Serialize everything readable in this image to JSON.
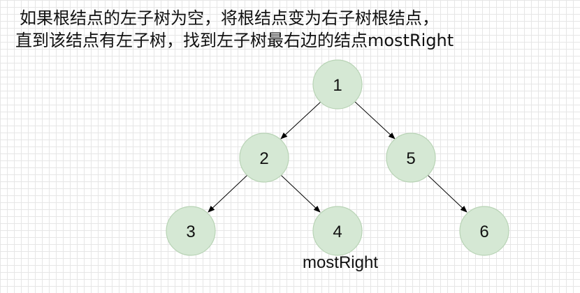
{
  "caption": {
    "line1": "如果根结点的左子树为空，将根结点变为右子树根结点，",
    "line2": "直到该结点有左子树，找到左子树最右边的结点mostRight"
  },
  "tree": {
    "nodes": [
      {
        "id": "n1",
        "label": "1"
      },
      {
        "id": "n2",
        "label": "2"
      },
      {
        "id": "n5",
        "label": "5"
      },
      {
        "id": "n3",
        "label": "3"
      },
      {
        "id": "n4",
        "label": "4"
      },
      {
        "id": "n6",
        "label": "6"
      }
    ],
    "edges": [
      {
        "from": "n1",
        "to": "n2"
      },
      {
        "from": "n1",
        "to": "n5"
      },
      {
        "from": "n2",
        "to": "n3"
      },
      {
        "from": "n2",
        "to": "n4"
      },
      {
        "from": "n5",
        "to": "n6"
      }
    ],
    "annotation": "mostRight",
    "colors": {
      "node_fill": "#d5e8d4",
      "node_stroke": "#b8d3b5",
      "edge": "#000000"
    }
  }
}
